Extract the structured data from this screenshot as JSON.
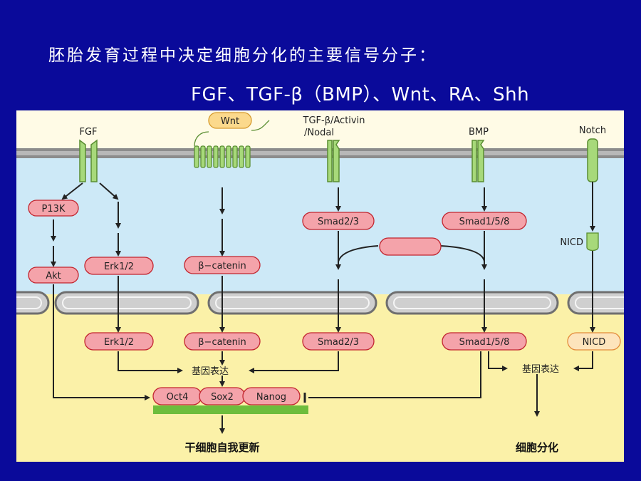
{
  "slide": {
    "heading": "胚胎发育过程中决定细胞分化的主要信号分子：",
    "molecules": "FGF、TGF-β（BMP）、Wnt、RA、Shh"
  },
  "diagram": {
    "receptors": {
      "fgf": "FGF",
      "wnt": "Wnt",
      "tgf_line1": "TGF-β/Activin",
      "tgf_line2": "/Nodal",
      "bmp": "BMP",
      "notch": "Notch"
    },
    "cytoplasm": {
      "p13k": "P13K",
      "akt": "Akt",
      "erk": "Erk1/2",
      "beta_catenin": "β−catenin",
      "smad23": "Smad2/3",
      "smad158": "Smad1/5/8",
      "nicd": "NICD"
    },
    "nucleus": {
      "erk": "Erk1/2",
      "beta_catenin": "β−catenin",
      "smad23": "Smad2/3",
      "smad158": "Smad1/5/8",
      "nicd": "NICD",
      "gene_expr_left": "基因表达",
      "gene_expr_right": "基因表达",
      "oct4": "Oct4",
      "sox2": "Sox2",
      "nanog": "Nanog"
    },
    "outcomes": {
      "self_renewal": "干细胞自我更新",
      "differentiation": "细胞分化"
    },
    "colors": {
      "background": "#0a0a9a",
      "cytoplasm": "#cde9f7",
      "nucleus": "#fbf1a8",
      "node_fill": "#f4a3aa",
      "node_stroke": "#c2252f",
      "nicd_fill": "#fde4bc",
      "receptor": "#a7d97a",
      "dna_bar": "#6dbd3c"
    }
  }
}
